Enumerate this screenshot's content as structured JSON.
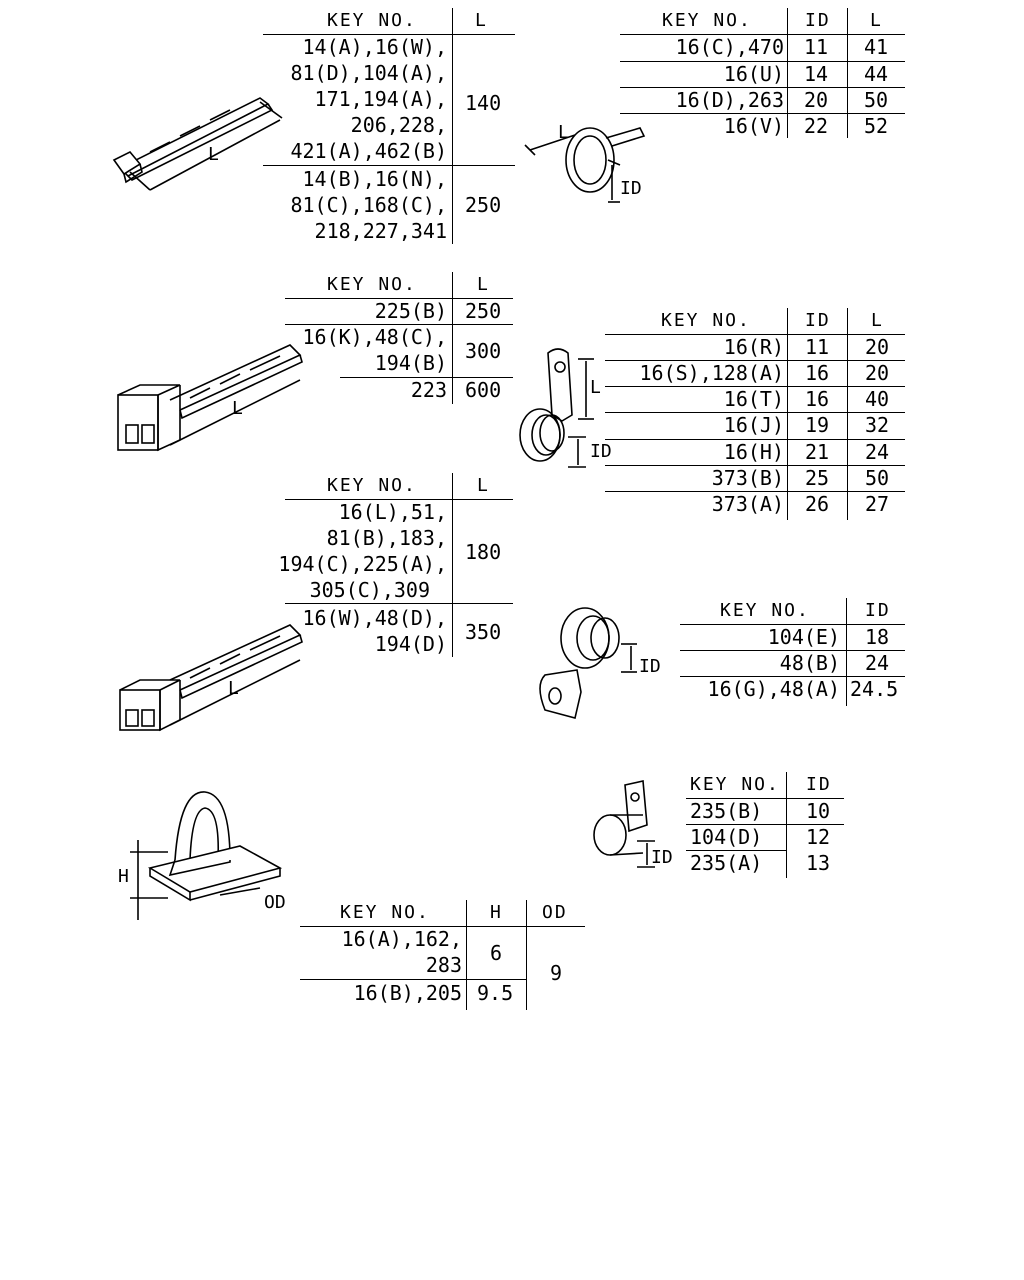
{
  "ties_long": {
    "headers": {
      "key": "KEY NO.",
      "l": "L"
    },
    "group1": {
      "lines": [
        "14(A),16(W),",
        "81(D),104(A),",
        "171,194(A),",
        "206,228,",
        "421(A),462(B)"
      ],
      "l": "140"
    },
    "group2": {
      "lines": [
        "14(B),16(N),",
        "81(C),168(C),",
        "218,227,341"
      ],
      "l": "250"
    },
    "dim_label": "L"
  },
  "clamp_ring": {
    "headers": {
      "key": "KEY NO.",
      "id": "ID",
      "l": "L"
    },
    "rows": [
      {
        "key": "16(C),470",
        "id": "11",
        "l": "41"
      },
      {
        "key": "16(U)",
        "id": "14",
        "l": "44"
      },
      {
        "key": "16(D),263",
        "id": "20",
        "l": "50"
      },
      {
        "key": "16(V)",
        "id": "22",
        "l": "52"
      }
    ],
    "dim_l": "L",
    "dim_id": "ID"
  },
  "tie_mount": {
    "headers": {
      "key": "KEY NO.",
      "l": "L"
    },
    "rows": [
      {
        "lines": [
          "225(B)"
        ],
        "l": "250"
      },
      {
        "lines": [
          "16(K),48(C),",
          "194(B)"
        ],
        "l": "300"
      },
      {
        "lines": [
          "223"
        ],
        "l": "600"
      }
    ],
    "dim_label": "L"
  },
  "clamp_tab": {
    "headers": {
      "key": "KEY NO.",
      "id": "ID",
      "l": "L"
    },
    "rows": [
      {
        "key": "16(R)",
        "id": "11",
        "l": "20"
      },
      {
        "key": "16(S),128(A)",
        "id": "16",
        "l": "20"
      },
      {
        "key": "16(T)",
        "id": "16",
        "l": "40"
      },
      {
        "key": "16(J)",
        "id": "19",
        "l": "32"
      },
      {
        "key": "16(H)",
        "id": "21",
        "l": "24"
      },
      {
        "key": "373(B)",
        "id": "25",
        "l": "50"
      },
      {
        "key": "373(A)",
        "id": "26",
        "l": "27"
      }
    ],
    "dim_l": "L",
    "dim_id": "ID"
  },
  "tie_block": {
    "headers": {
      "key": "KEY NO.",
      "l": "L"
    },
    "group1": {
      "lines": [
        "16(L),51,",
        "81(B),183,",
        "194(C),225(A),",
        "305(C),309"
      ],
      "l": "180"
    },
    "group2": {
      "lines": [
        "16(W),48(D),",
        "194(D)"
      ],
      "l": "350"
    },
    "dim_label": "L"
  },
  "clamp_hole": {
    "headers": {
      "key": "KEY NO.",
      "id": "ID"
    },
    "rows": [
      {
        "key": "104(E)",
        "id": "18"
      },
      {
        "key": "48(B)",
        "id": "24"
      },
      {
        "key": "16(G),48(A)",
        "id": "24.5"
      }
    ],
    "dim_id": "ID"
  },
  "clip": {
    "headers": {
      "key": "KEY NO.",
      "h": "H",
      "od": "OD"
    },
    "group1": {
      "lines": [
        "16(A),162,",
        "283"
      ],
      "h": "6"
    },
    "group2": {
      "lines": [
        "16(B),205"
      ],
      "h": "9.5"
    },
    "od": "9",
    "dim_h": "H",
    "dim_od": "OD"
  },
  "clamp_small": {
    "headers": {
      "key": "KEY NO.",
      "id": "ID"
    },
    "rows": [
      {
        "key": "235(B)",
        "id": "10"
      },
      {
        "key": "104(D)",
        "id": "12"
      },
      {
        "key": "235(A)",
        "id": "13"
      }
    ],
    "dim_id": "ID"
  }
}
